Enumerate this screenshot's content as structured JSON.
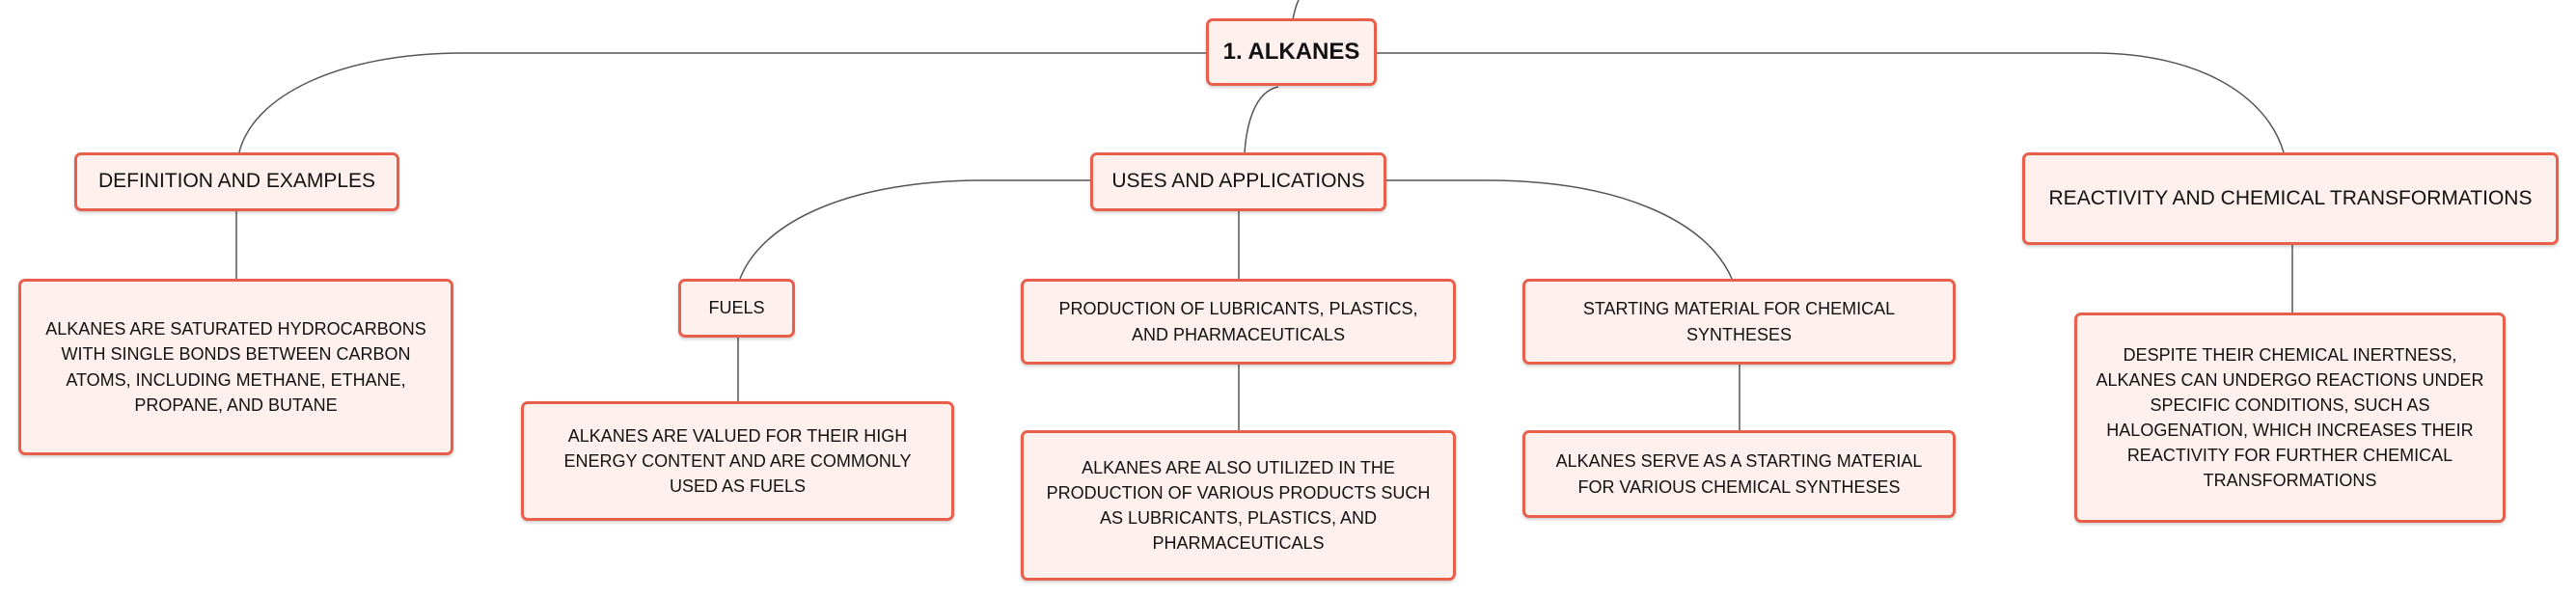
{
  "root": {
    "label": "1. ALKANES"
  },
  "topics": {
    "definition": {
      "label": "DEFINITION AND EXAMPLES",
      "detail": "ALKANES ARE SATURATED HYDROCARBONS WITH SINGLE BONDS BETWEEN CARBON ATOMS, INCLUDING METHANE, ETHANE, PROPANE, AND BUTANE"
    },
    "uses": {
      "label": "USES AND APPLICATIONS",
      "fuels": {
        "label": "FUELS",
        "detail": "ALKANES ARE VALUED FOR THEIR HIGH ENERGY CONTENT AND ARE COMMONLY USED AS FUELS"
      },
      "production": {
        "label": "PRODUCTION OF LUBRICANTS, PLASTICS, AND PHARMACEUTICALS",
        "detail": "ALKANES ARE ALSO UTILIZED IN THE PRODUCTION OF VARIOUS PRODUCTS SUCH AS LUBRICANTS, PLASTICS, AND PHARMACEUTICALS"
      },
      "starting": {
        "label": "STARTING MATERIAL FOR CHEMICAL SYNTHESES",
        "detail": "ALKANES SERVE AS A STARTING MATERIAL FOR VARIOUS CHEMICAL SYNTHESES"
      }
    },
    "reactivity": {
      "label": "REACTIVITY AND CHEMICAL TRANSFORMATIONS",
      "detail": "DESPITE THEIR CHEMICAL INERTNESS, ALKANES CAN UNDERGO REACTIONS UNDER SPECIFIC CONDITIONS, SUCH AS HALOGENATION, WHICH INCREASES THEIR REACTIVITY FOR FURTHER CHEMICAL TRANSFORMATIONS"
    }
  },
  "colors": {
    "node_border": "#e8604c",
    "node_fill": "#fdf0ed",
    "connector": "#555555"
  }
}
